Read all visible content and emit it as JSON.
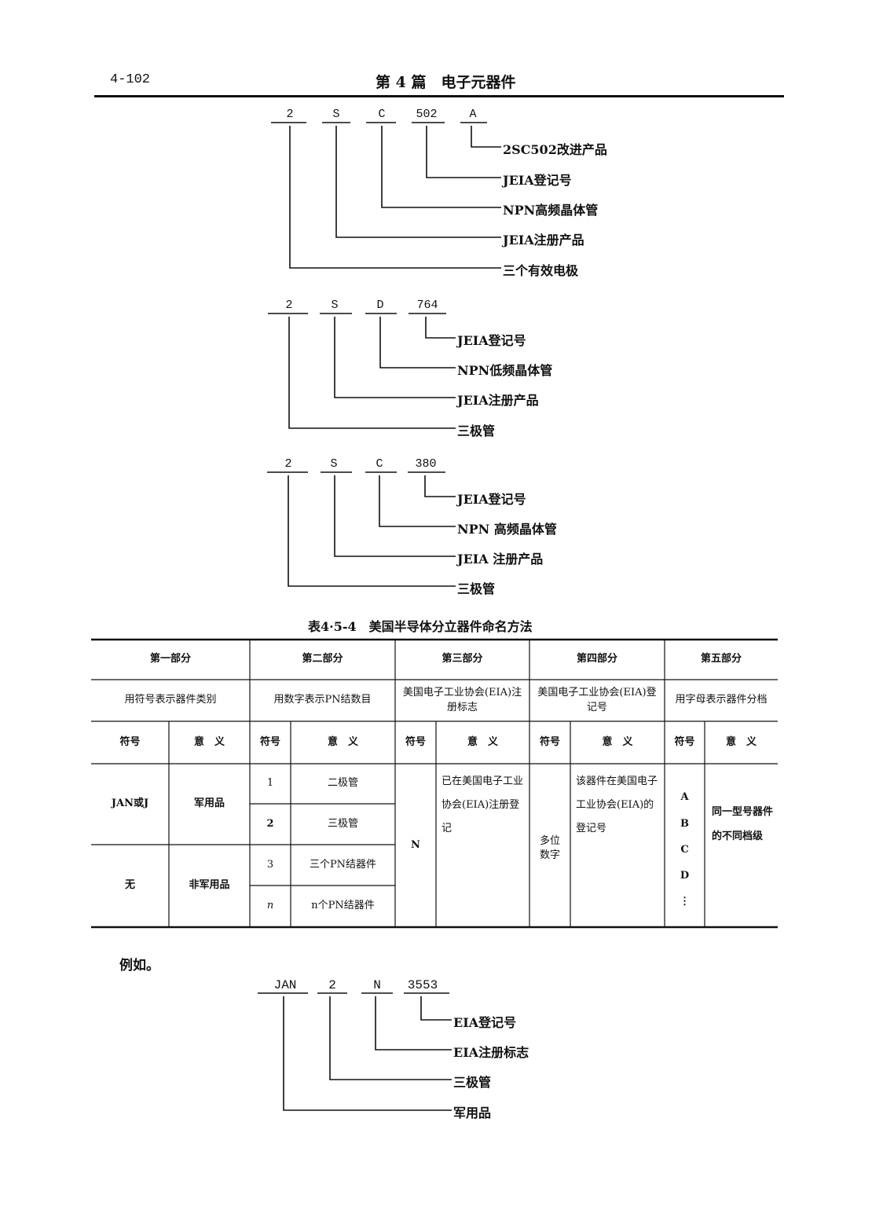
{
  "header": {
    "page_number": "4-102",
    "title": "第 4 篇　电子元器件"
  },
  "diagram1": {
    "codes": [
      "2",
      "S",
      "C",
      "502",
      "A"
    ],
    "labels": [
      "2SC502改进产品",
      "JEIA登记号",
      "NPN高频晶体管",
      "JEIA注册产品",
      "三个有效电极"
    ]
  },
  "diagram2": {
    "codes": [
      "2",
      "S",
      "D",
      "764"
    ],
    "labels": [
      "JEIA登记号",
      "NPN低频晶体管",
      "JEIA注册产品",
      "三极管"
    ]
  },
  "diagram3": {
    "codes": [
      "2",
      "S",
      "C",
      "380"
    ],
    "labels": [
      "JEIA登记号",
      "NPN 高频晶体管",
      "JEIA 注册产品",
      "三极管"
    ]
  },
  "table": {
    "caption": "表4·5-4　美国半导体分立器件命名方法",
    "parts": [
      "第一部分",
      "第二部分",
      "第三部分",
      "第四部分",
      "第五部分"
    ],
    "descriptions": [
      "用符号表示器件类别",
      "用数字表示PN结数目",
      "美国电子工业协会(EIA)注册标志",
      "美国电子工业协会(EIA)登记号",
      "用字母表示器件分档"
    ],
    "col_symbol": "符号",
    "col_meaning": "意　义",
    "part1_rows": [
      {
        "symbol": "JAN或J",
        "meaning": "军用品"
      },
      {
        "symbol": "无",
        "meaning": "非军用品"
      }
    ],
    "part2_rows": [
      {
        "symbol": "1",
        "meaning": "二极管"
      },
      {
        "symbol": "2",
        "meaning": "三极管"
      },
      {
        "symbol": "3",
        "meaning": "三个PN结器件"
      },
      {
        "symbol": "n",
        "meaning": "n个PN结器件"
      }
    ],
    "part3": {
      "symbol": "N",
      "meaning": "已在美国电子工业协会(EIA)注册登记"
    },
    "part4": {
      "symbol": "多位数字",
      "meaning": "该器件在美国电子工业协会(EIA)的登记号"
    },
    "part5": {
      "symbols": [
        "A",
        "B",
        "C",
        "D",
        "⋮"
      ],
      "meaning": "同一型号器件的不同档级"
    }
  },
  "example": {
    "intro": "例如。",
    "codes": [
      "JAN",
      "2",
      "N",
      "3553"
    ],
    "labels": [
      "EIA登记号",
      "EIA注册标志",
      "三极管",
      "军用品"
    ]
  }
}
